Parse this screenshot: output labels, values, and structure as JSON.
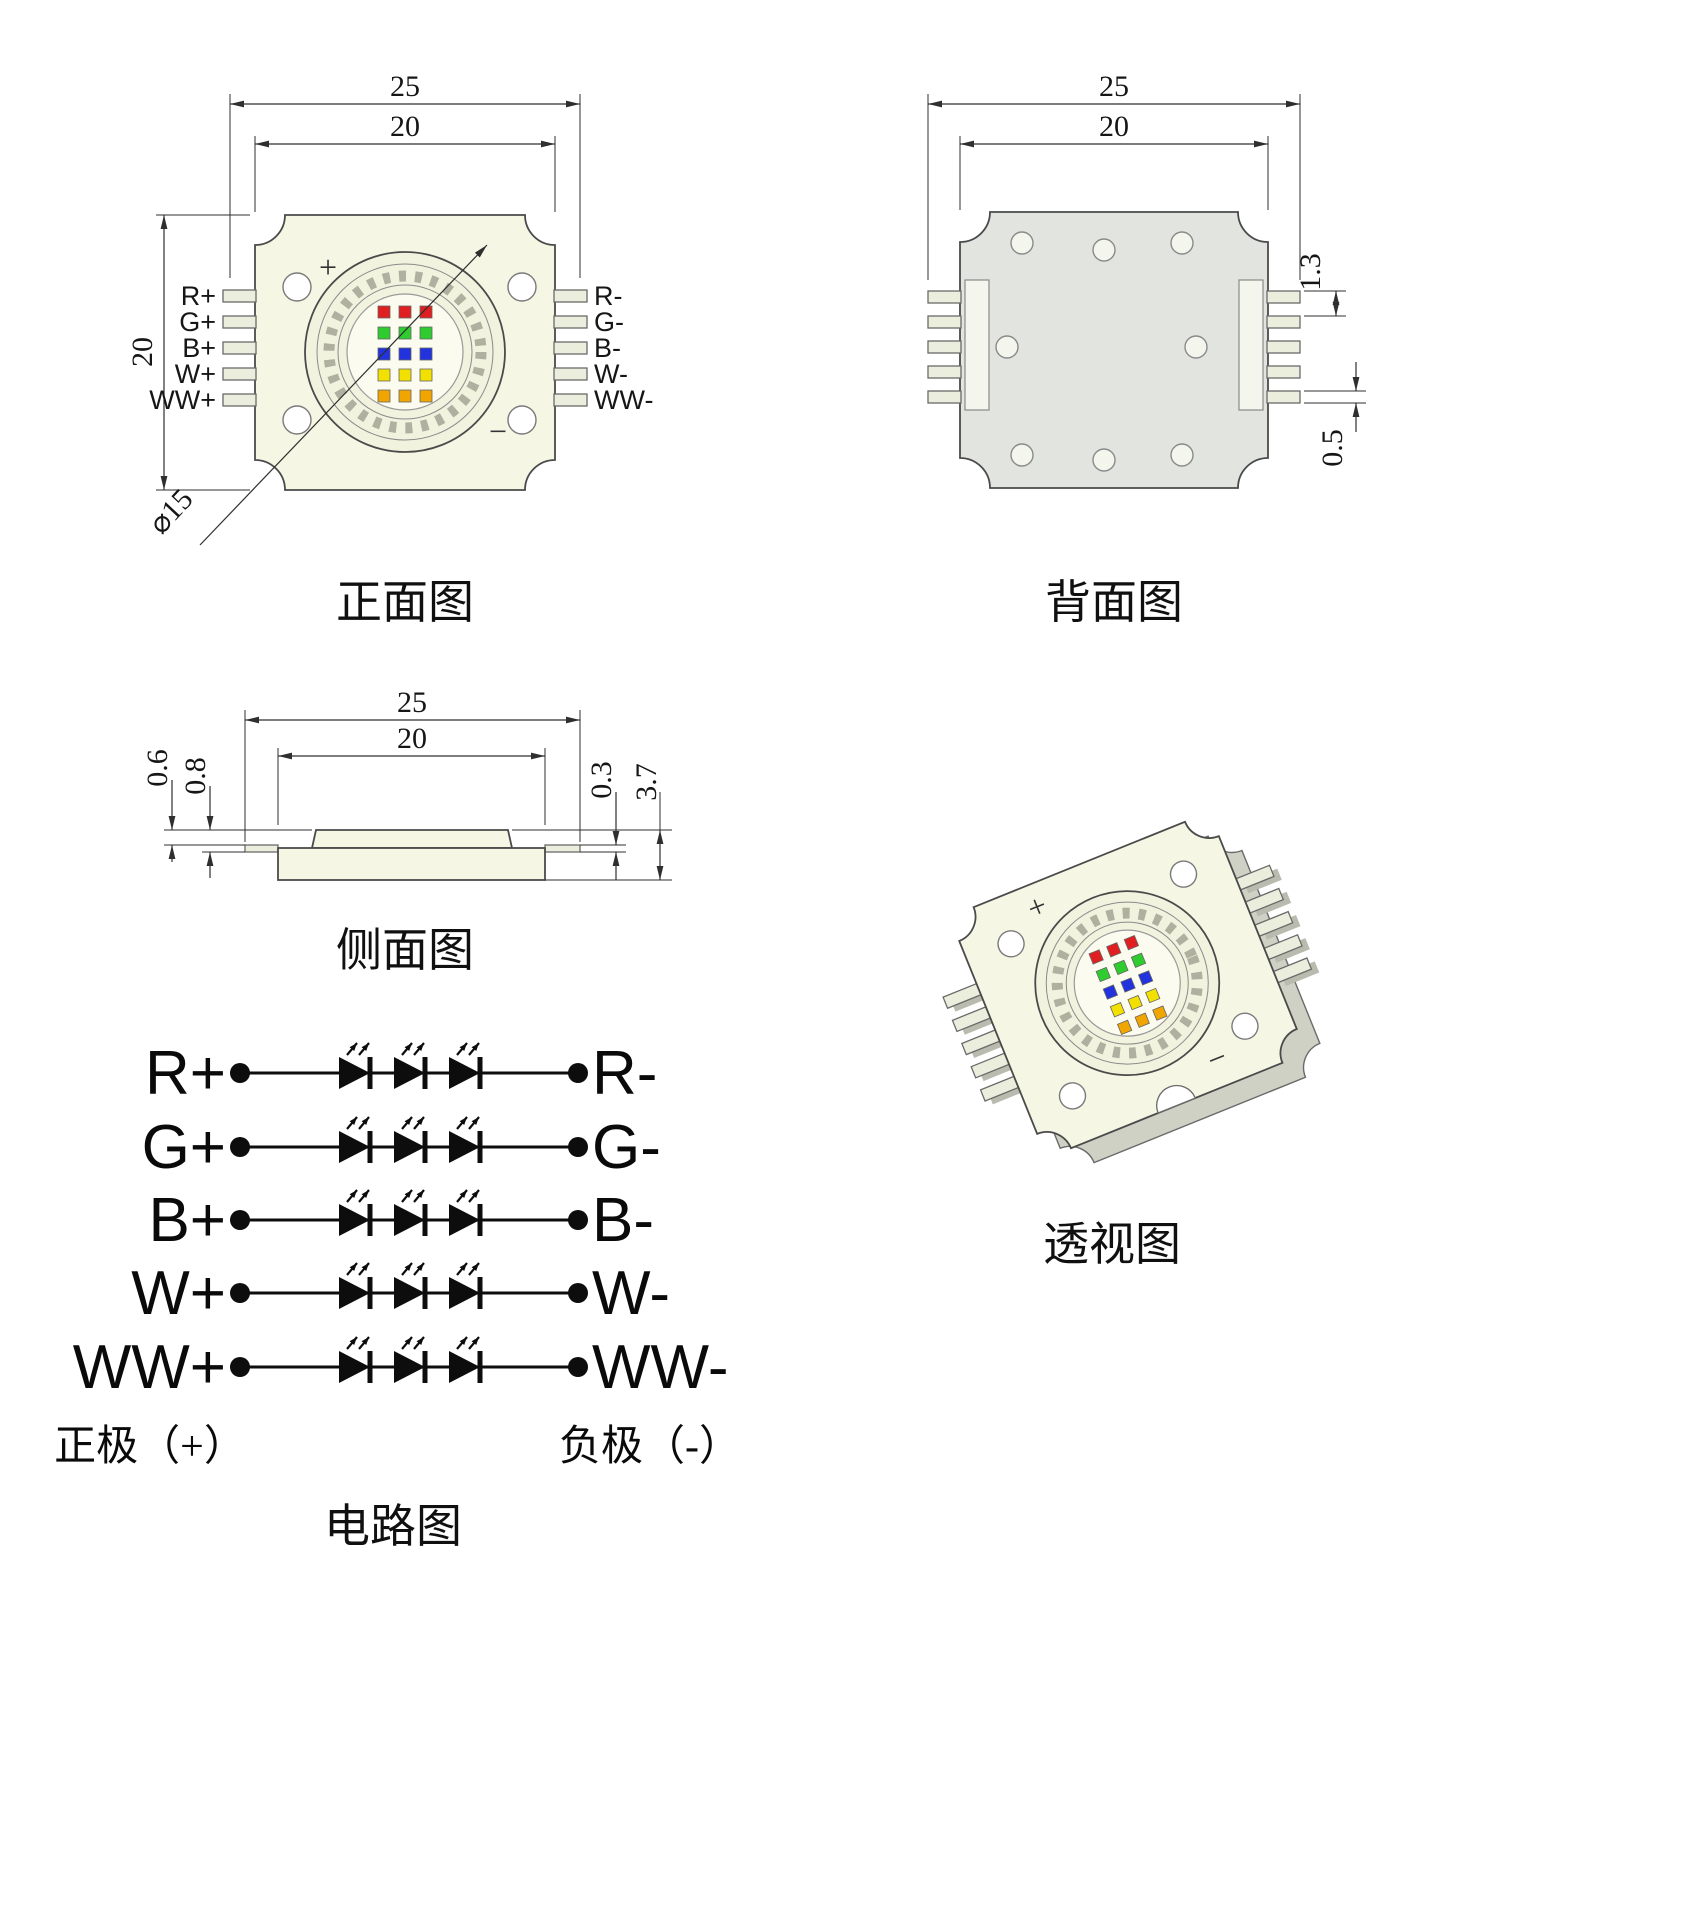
{
  "front": {
    "title": "正面图",
    "dims": {
      "outer_width": "25",
      "inner_width": "20",
      "height": "20",
      "circle": "⌀15"
    },
    "marks": {
      "plus": "+",
      "minus": "−"
    },
    "pins_left": [
      "R+",
      "G+",
      "B+",
      "W+",
      "WW+"
    ],
    "pins_right": [
      "R-",
      "G-",
      "B-",
      "W-",
      "WW-"
    ]
  },
  "back": {
    "title": "背面图",
    "dims": {
      "outer_width": "25",
      "inner_width": "20",
      "pin_pitch": "1.3",
      "pin_thickness": "0.5"
    }
  },
  "side": {
    "title": "侧面图",
    "dims": {
      "outer_width": "25",
      "inner_width": "20",
      "lid_thickness": "0.6",
      "pin_offset": "0.8",
      "pin_thickness": "0.3",
      "total_height": "3.7"
    }
  },
  "circuit": {
    "title": "电路图",
    "rows": [
      {
        "left": "R+",
        "right": "R-"
      },
      {
        "left": "G+",
        "right": "G-"
      },
      {
        "left": "B+",
        "right": "B-"
      },
      {
        "left": "W+",
        "right": "W-"
      },
      {
        "left": "WW+",
        "right": "WW-"
      }
    ],
    "anode": "正极（+）",
    "cathode": "负极（-）"
  },
  "perspective": {
    "title": "透视图",
    "marks": {
      "plus": "+",
      "minus": "−"
    }
  },
  "chip_rows": [
    "chip_red",
    "chip_green",
    "chip_blue",
    "chip_yellow",
    "chip_amber"
  ],
  "colors": {
    "body": "#f5f6e3",
    "back_body": "#e2e4e0",
    "metal": "#f2f3df",
    "inner": "#fbfbef",
    "chip_red": "#e02020",
    "chip_green": "#2ecc2e",
    "chip_blue": "#2233dd",
    "chip_yellow": "#f2e000",
    "chip_amber": "#f0a500"
  }
}
